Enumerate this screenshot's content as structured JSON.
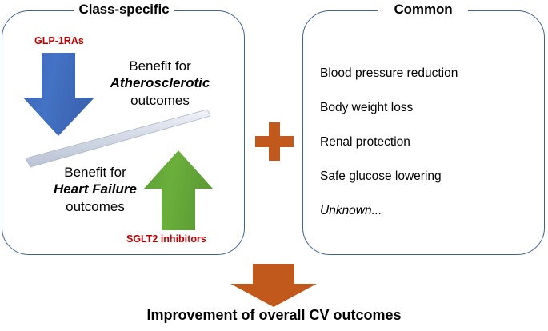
{
  "figure": {
    "conclusion": "Improvement of overall CV outcomes",
    "plus_symbol": "+"
  },
  "panels": {
    "left": {
      "title": "Class-specific",
      "drug_labels": [
        {
          "name": "GLP-1RAs",
          "color": "#C00000",
          "arrow": "down-arrow-blue"
        },
        {
          "name": "SGLT2 inhibitors",
          "color": "#C00000",
          "arrow": "up-arrow-green"
        }
      ],
      "benefits": [
        {
          "line1": "Benefit for",
          "emphasis": "Atherosclerotic",
          "line3": "outcomes"
        },
        {
          "line1": "Benefit for",
          "emphasis": "Heart Failure",
          "line3": "outcomes"
        }
      ]
    },
    "right": {
      "title": "Common",
      "items": [
        {
          "label": "Blood pressure reduction",
          "italic": false
        },
        {
          "label": "Body weight loss",
          "italic": false
        },
        {
          "label": "Renal protection",
          "italic": false
        },
        {
          "label": "Safe glucose lowering",
          "italic": false
        },
        {
          "label": "Unknown...",
          "italic": true
        }
      ]
    }
  },
  "colors": {
    "panel_border": "#3C6490",
    "arrow_blue": "#4472C4",
    "arrow_green": "#6AAF3C",
    "arrow_orange": "#C1591C",
    "seesaw_bar": "#D6DCE8",
    "drug_label": "#C00000",
    "text": "#000000"
  }
}
